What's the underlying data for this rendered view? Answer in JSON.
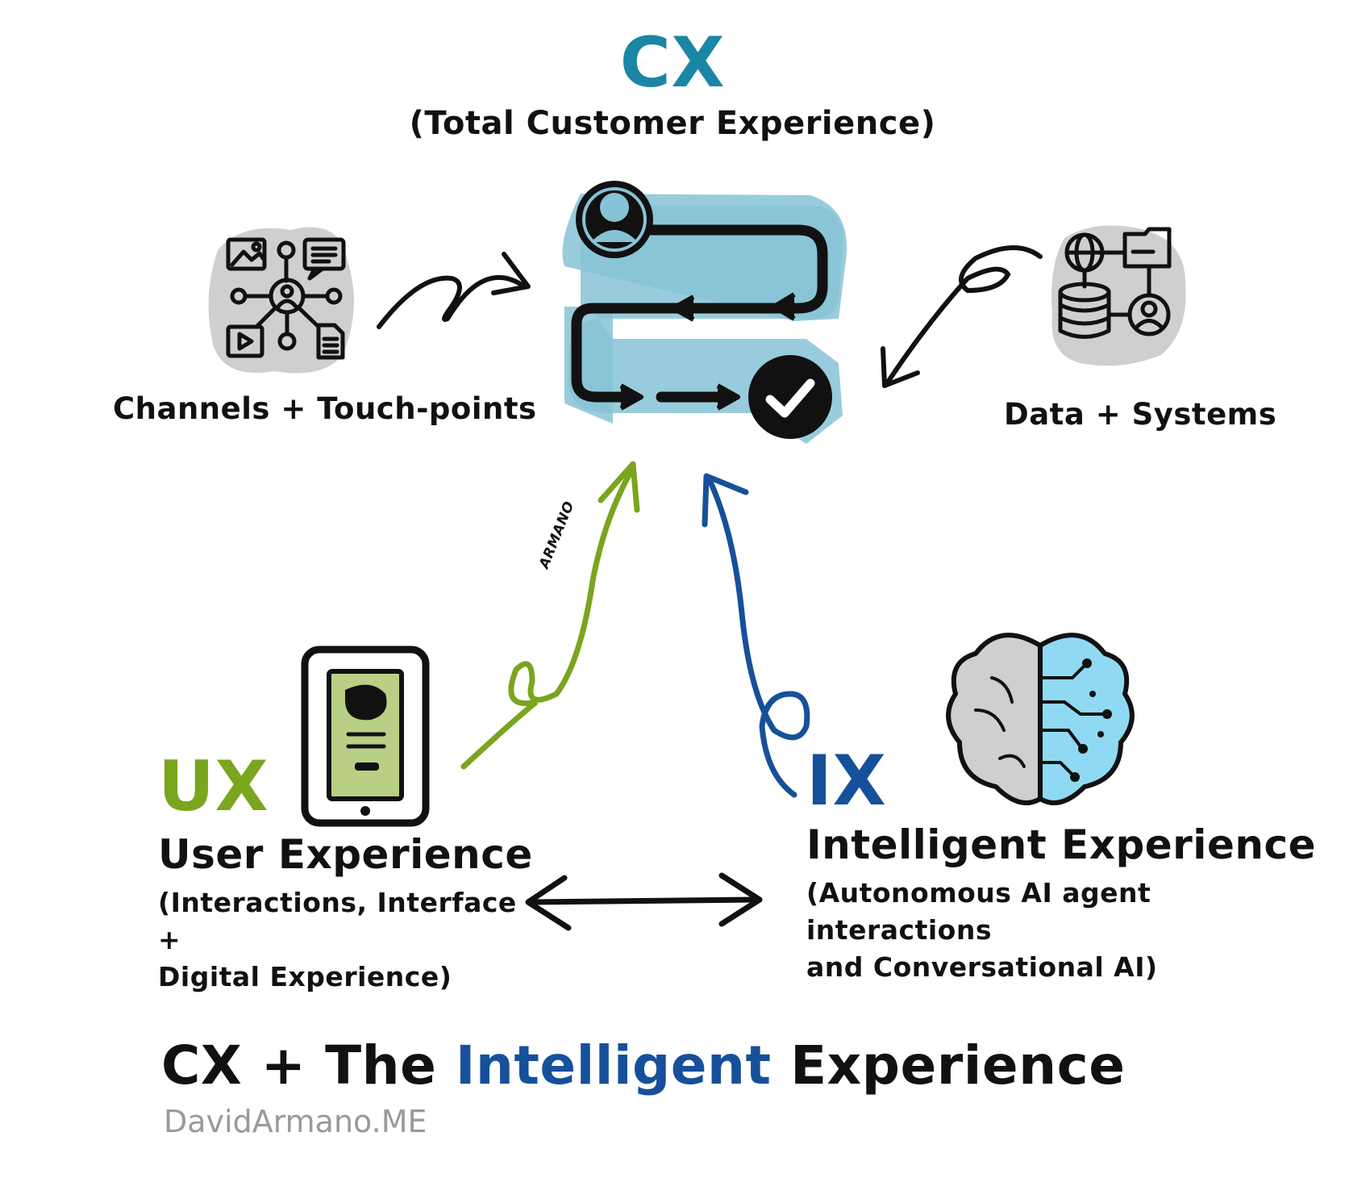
{
  "cx": {
    "abbr": "CX",
    "subtitle": "(Total Customer Experience)"
  },
  "channels": {
    "label": "Channels + Touch-points"
  },
  "data_systems": {
    "label": "Data + Systems"
  },
  "ux": {
    "abbr": "UX",
    "title": "User Experience",
    "desc_line1": "(Interactions, Interface +",
    "desc_line2": "Digital Experience)"
  },
  "ix": {
    "abbr": "IX",
    "title": "Intelligent Experience",
    "desc_line1": "(Autonomous AI agent interactions",
    "desc_line2": "and Conversational AI)"
  },
  "signature": "ARMANO",
  "footer": {
    "part1": "CX + The ",
    "highlight": "Intelligent",
    "part2": " Experience",
    "credit": "DavidArmano.ME"
  },
  "colors": {
    "cx_teal": "#1b86a3",
    "ux_green": "#7aa51e",
    "ix_blue": "#17509a",
    "journey_light_blue": "#86c3d6",
    "icon_gray_bg": "#cfcfcf",
    "brain_light_blue": "#8fdaf2",
    "phone_screen_green": "#b9cf86",
    "credit_gray": "#9a9a9a"
  },
  "icons": [
    "customer-journey-icon",
    "channels-network-icon",
    "data-systems-icon",
    "tablet-icon",
    "ai-brain-icon"
  ]
}
